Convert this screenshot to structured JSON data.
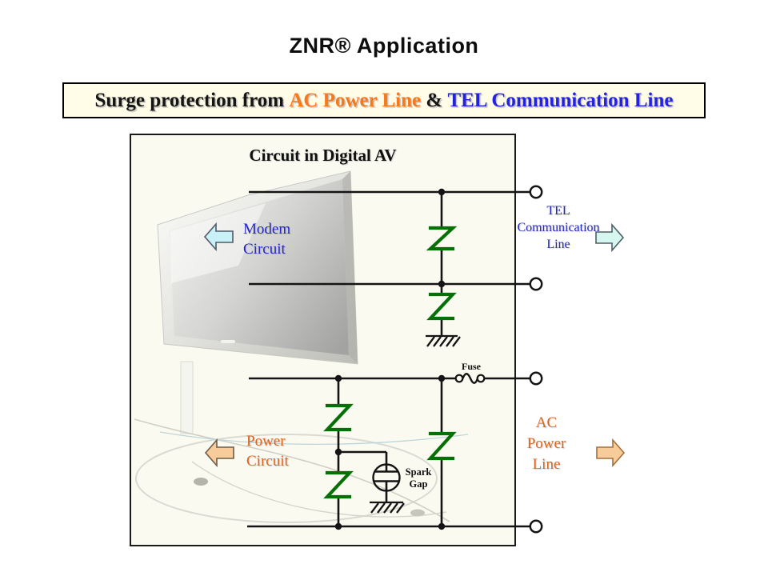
{
  "slide": {
    "title": "ZNR® Application"
  },
  "banner": {
    "prefix": "Surge protection from ",
    "ac_highlight": "AC Power Line",
    "ampersand": " & ",
    "tel_highlight": "TEL Communication Line"
  },
  "diagram": {
    "heading": "Circuit in Digital AV",
    "modem_label": {
      "line1": "Modem",
      "line2": "Circuit"
    },
    "tel_label": {
      "line1": "TEL",
      "line2": "Communication",
      "line3": "Line"
    },
    "power_label": {
      "line1": "Power",
      "line2": "Circuit"
    },
    "ac_label": {
      "line1": "AC",
      "line2": "Power",
      "line3": "Line"
    },
    "fuse_label": "Fuse",
    "spark_gap_label": {
      "line1": "Spark",
      "line2": "Gap"
    }
  },
  "icons": {
    "varistor": "znr-varistor-symbol",
    "ground": "ground-symbol",
    "fuse": "fuse-symbol",
    "spark_gap": "spark-gap-symbol",
    "terminal": "terminal-circle",
    "arrow_left_cyan": "modem-direction-arrow",
    "arrow_right_cyan": "tel-direction-arrow",
    "arrow_left_orange": "power-direction-arrow",
    "arrow_right_orange": "ac-direction-arrow"
  },
  "colors": {
    "varistor_green": "#057005",
    "blue_text": "#2428c4",
    "orange_text": "#dd661d",
    "banner_orange": "#f5791d",
    "banner_blue": "#2222e0",
    "banner_bg": "#fffce8",
    "box_bg": "#fbfaf1",
    "arrow_cyan_fill": "#c8f0f6",
    "arrow_orange_fill": "#f8cb9b",
    "wire_black": "#141414"
  }
}
